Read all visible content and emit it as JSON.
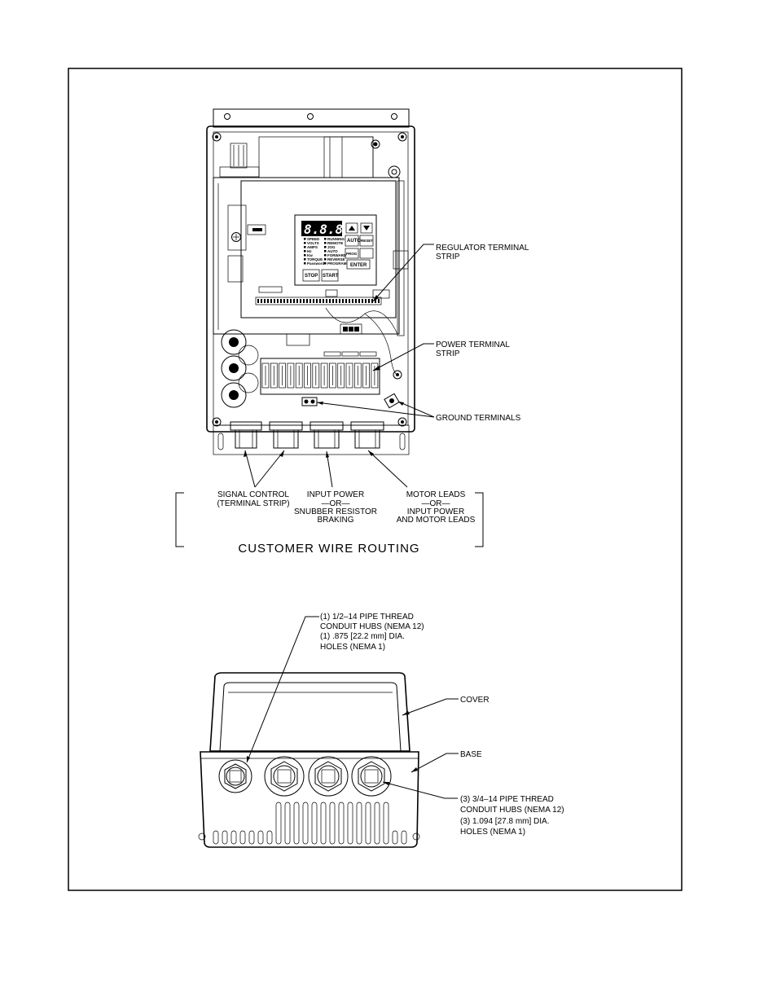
{
  "top_view": {
    "title": "CUSTOMER WIRE ROUTING",
    "keypad": {
      "display": "8.8.8.8.",
      "leds_left": [
        "SPEED",
        "VOLTS",
        "AMPS",
        "Hz",
        "Kw",
        "TORQUE",
        "Password"
      ],
      "leds_right": [
        "RUNNING",
        "REMOTE",
        "JOG",
        "AUTO",
        "FORWARD",
        "REVERSE",
        "PROGRAM"
      ],
      "buttons": {
        "auto": "AUTO",
        "reset": "RESET",
        "prog": "PROG",
        "enter": "ENTER",
        "stop": "STOP",
        "start": "START"
      }
    },
    "callouts": {
      "regulator": [
        "REGULATOR TERMINAL",
        "STRIP"
      ],
      "power": [
        "POWER TERMINAL",
        "STRIP"
      ],
      "ground": "GROUND TERMINALS"
    },
    "routing": {
      "signal": [
        "SIGNAL CONTROL",
        "(TERMINAL STRIP)"
      ],
      "input": [
        "INPUT POWER",
        "—OR—",
        "SNUBBER RESISTOR",
        "BRAKING"
      ],
      "motor": [
        "MOTOR LEADS",
        "—OR—",
        "INPUT POWER",
        "AND MOTOR LEADS"
      ]
    }
  },
  "bottom_view": {
    "small_hub": [
      "(1) 1/2–14 PIPE THREAD",
      "CONDUIT HUBS (NEMA 12)",
      "(1) .875 [22.2 mm] DIA.",
      "HOLES (NEMA 1)"
    ],
    "cover": "COVER",
    "base": "BASE",
    "large_hub": [
      "(3) 3/4–14 PIPE THREAD",
      "CONDUIT HUBS (NEMA 12)",
      "(3) 1.094 [27.8 mm] DIA.",
      "HOLES (NEMA 1)"
    ]
  }
}
